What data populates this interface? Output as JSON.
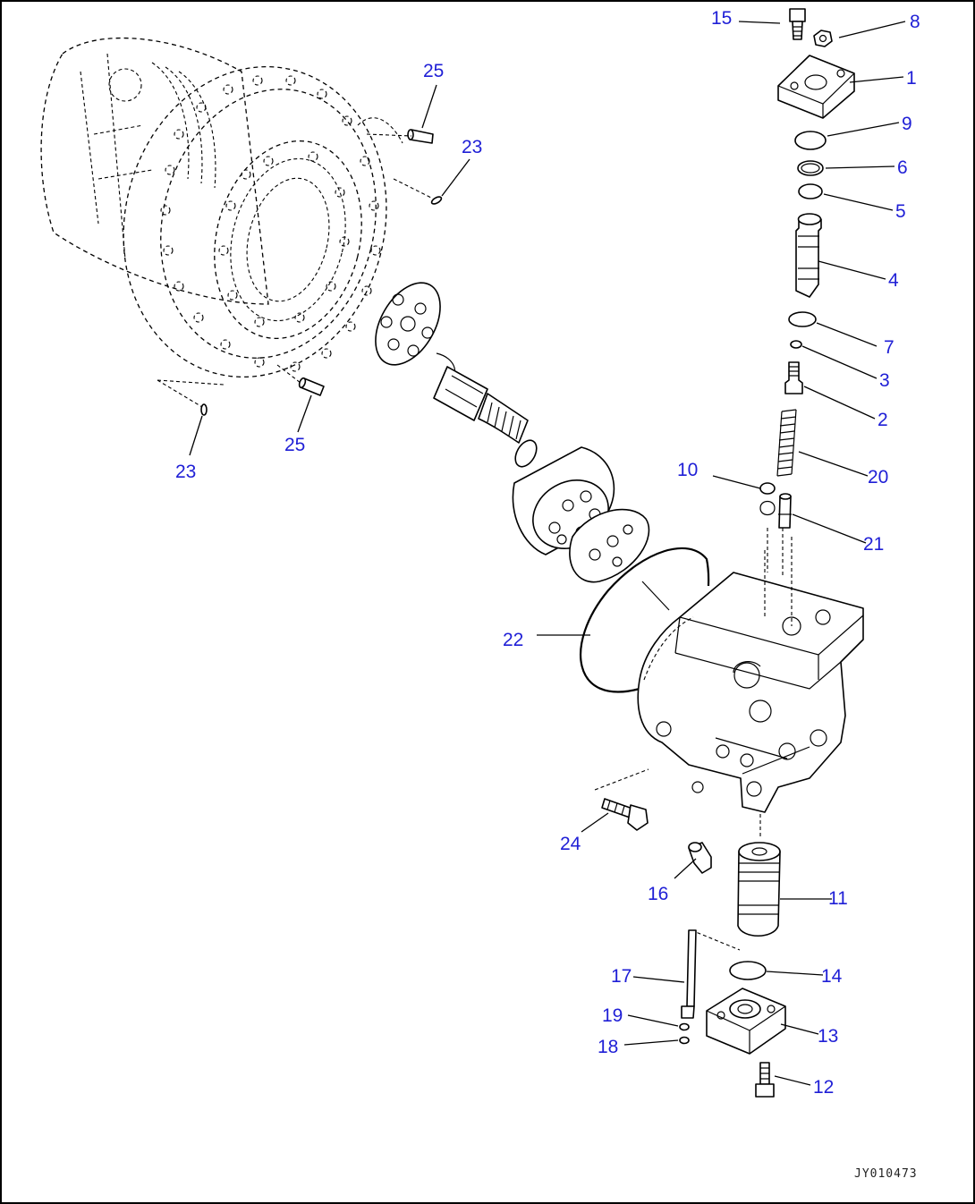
{
  "callouts": {
    "c1": "1",
    "c2": "2",
    "c3": "3",
    "c4": "4",
    "c5": "5",
    "c6": "6",
    "c7": "7",
    "c8": "8",
    "c9": "9",
    "c10": "10",
    "c11": "11",
    "c12": "12",
    "c13": "13",
    "c14": "14",
    "c15": "15",
    "c16": "16",
    "c17": "17",
    "c18": "18",
    "c19": "19",
    "c20": "20",
    "c21": "21",
    "c22": "22",
    "c23a": "23",
    "c23b": "23",
    "c24": "24",
    "c25a": "25",
    "c25b": "25"
  },
  "drawing_code": "JY010473",
  "colors": {
    "callout": "#1f1fd6",
    "line": "#000000",
    "background": "#ffffff"
  }
}
